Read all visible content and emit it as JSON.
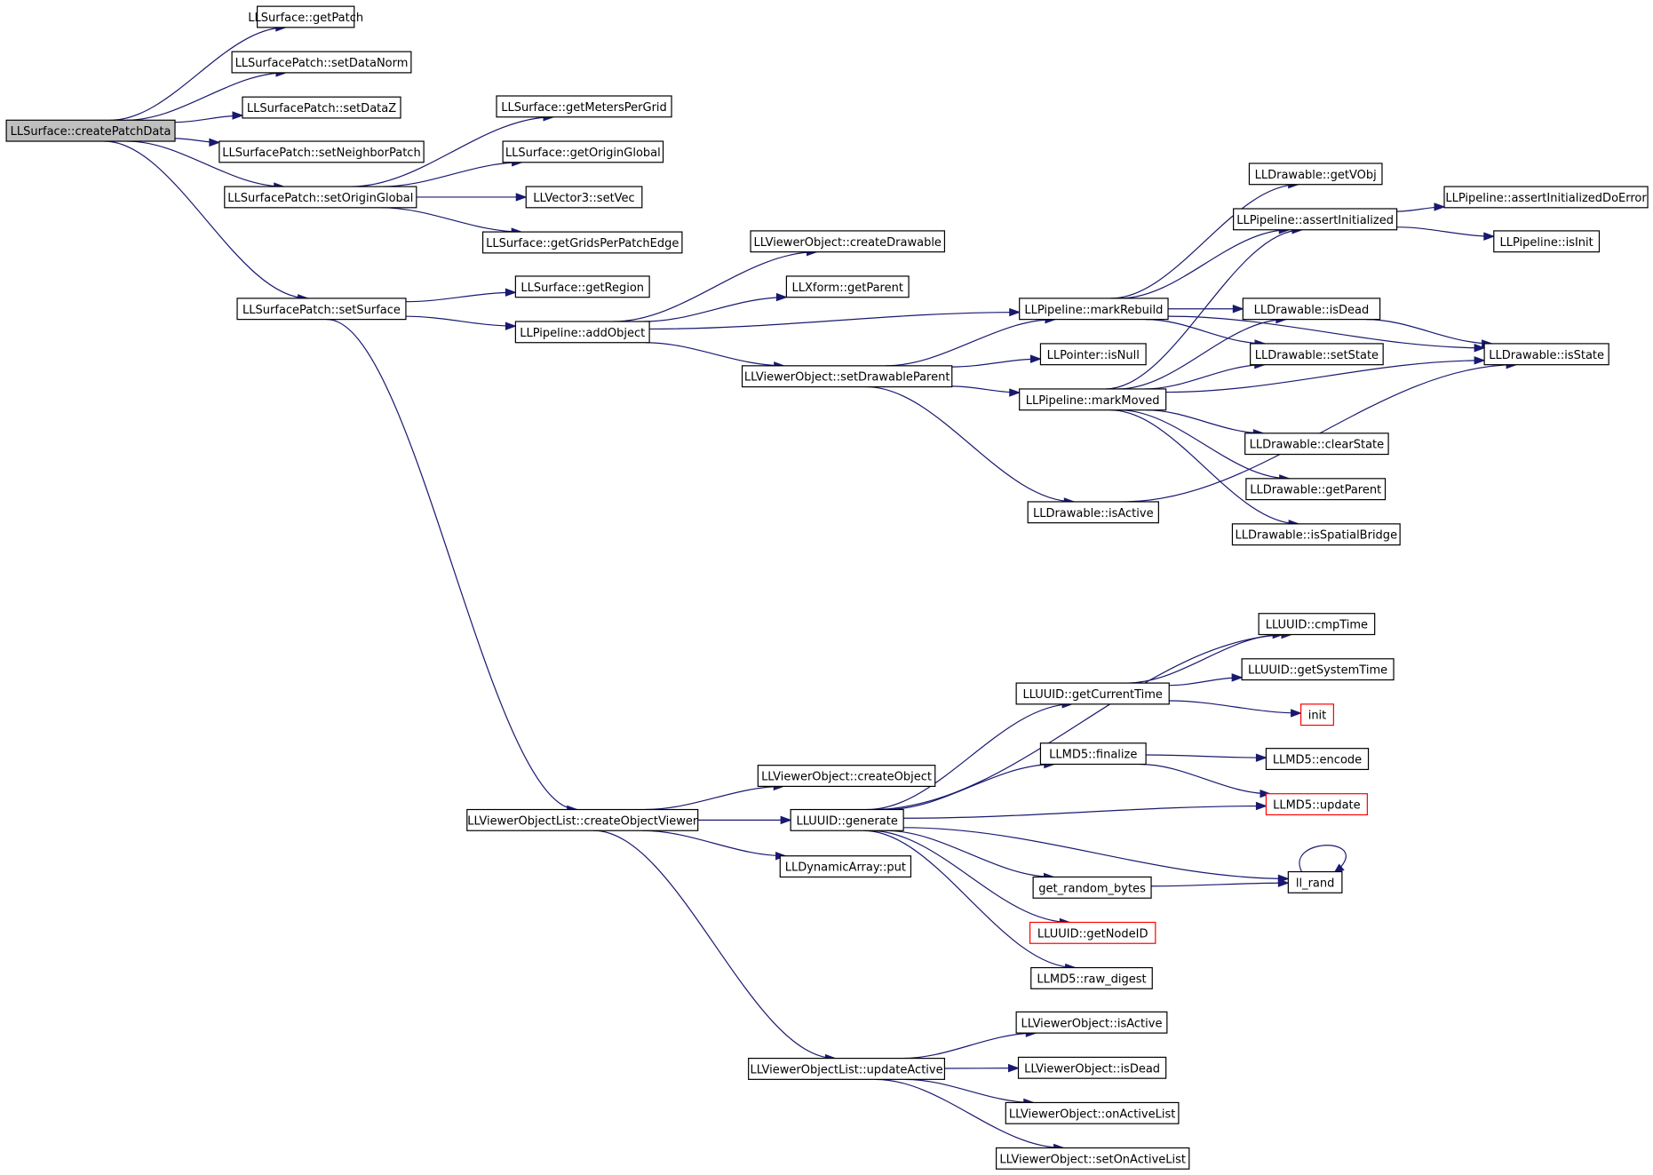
{
  "colors": {
    "edge": "#191970",
    "root_fill": "#bfbfbf",
    "missing_border": "#ff0000"
  },
  "nodes": [
    {
      "id": "createPatchData",
      "label": "LLSurface::createPatchData",
      "root": true
    },
    {
      "id": "getPatch",
      "label": "LLSurface::getPatch"
    },
    {
      "id": "setDataNorm",
      "label": "LLSurfacePatch::setDataNorm"
    },
    {
      "id": "setDataZ",
      "label": "LLSurfacePatch::setDataZ"
    },
    {
      "id": "setNeighborPatch",
      "label": "LLSurfacePatch::setNeighborPatch"
    },
    {
      "id": "setOriginGlobal",
      "label": "LLSurfacePatch::setOriginGlobal"
    },
    {
      "id": "getMetersPerGrid",
      "label": "LLSurface::getMetersPerGrid"
    },
    {
      "id": "getOriginGlobal",
      "label": "LLSurface::getOriginGlobal"
    },
    {
      "id": "setVec",
      "label": "LLVector3::setVec"
    },
    {
      "id": "getGridsPerPatchEdge",
      "label": "LLSurface::getGridsPerPatchEdge"
    },
    {
      "id": "setSurface",
      "label": "LLSurfacePatch::setSurface"
    },
    {
      "id": "getRegion",
      "label": "LLSurface::getRegion"
    },
    {
      "id": "addObject",
      "label": "LLPipeline::addObject"
    },
    {
      "id": "createDrawable",
      "label": "LLViewerObject::createDrawable"
    },
    {
      "id": "getParentXform",
      "label": "LLXform::getParent"
    },
    {
      "id": "setDrawableParent",
      "label": "LLViewerObject::setDrawableParent"
    },
    {
      "id": "markRebuild",
      "label": "LLPipeline::markRebuild"
    },
    {
      "id": "isNull",
      "label": "LLPointer::isNull"
    },
    {
      "id": "markMoved",
      "label": "LLPipeline::markMoved"
    },
    {
      "id": "isActiveDrawable",
      "label": "LLDrawable::isActive"
    },
    {
      "id": "getVObj",
      "label": "LLDrawable::getVObj"
    },
    {
      "id": "assertInitialized",
      "label": "LLPipeline::assertInitialized"
    },
    {
      "id": "assertInitializedDoError",
      "label": "LLPipeline::assertInitializedDoError"
    },
    {
      "id": "isInit",
      "label": "LLPipeline::isInit"
    },
    {
      "id": "isDeadDrawable",
      "label": "LLDrawable::isDead"
    },
    {
      "id": "setState",
      "label": "LLDrawable::setState"
    },
    {
      "id": "isState",
      "label": "LLDrawable::isState"
    },
    {
      "id": "clearState",
      "label": "LLDrawable::clearState"
    },
    {
      "id": "getParentDrawable",
      "label": "LLDrawable::getParent"
    },
    {
      "id": "isSpatialBridge",
      "label": "LLDrawable::isSpatialBridge"
    },
    {
      "id": "createObjectViewer",
      "label": "LLViewerObjectList::createObjectViewer"
    },
    {
      "id": "createObject",
      "label": "LLViewerObject::createObject"
    },
    {
      "id": "generate",
      "label": "LLUUID::generate"
    },
    {
      "id": "put",
      "label": "LLDynamicArray::put"
    },
    {
      "id": "getCurrentTime",
      "label": "LLUUID::getCurrentTime"
    },
    {
      "id": "cmpTime",
      "label": "LLUUID::cmpTime"
    },
    {
      "id": "getSystemTime",
      "label": "LLUUID::getSystemTime"
    },
    {
      "id": "init",
      "label": "init",
      "missing": true
    },
    {
      "id": "finalize",
      "label": "LLMD5::finalize"
    },
    {
      "id": "encode",
      "label": "LLMD5::encode"
    },
    {
      "id": "update",
      "label": "LLMD5::update",
      "missing": true
    },
    {
      "id": "get_random_bytes",
      "label": "get_random_bytes"
    },
    {
      "id": "ll_rand",
      "label": "ll_rand"
    },
    {
      "id": "getNodeID",
      "label": "LLUUID::getNodeID",
      "missing": true
    },
    {
      "id": "raw_digest",
      "label": "LLMD5::raw_digest"
    },
    {
      "id": "updateActive",
      "label": "LLViewerObjectList::updateActive"
    },
    {
      "id": "isActiveViewer",
      "label": "LLViewerObject::isActive"
    },
    {
      "id": "isDeadViewer",
      "label": "LLViewerObject::isDead"
    },
    {
      "id": "onActiveList",
      "label": "LLViewerObject::onActiveList"
    },
    {
      "id": "setOnActiveList",
      "label": "LLViewerObject::setOnActiveList"
    }
  ],
  "edges": [
    [
      "createPatchData",
      "getPatch"
    ],
    [
      "createPatchData",
      "setDataNorm"
    ],
    [
      "createPatchData",
      "setDataZ"
    ],
    [
      "createPatchData",
      "setNeighborPatch"
    ],
    [
      "createPatchData",
      "setOriginGlobal"
    ],
    [
      "createPatchData",
      "setSurface"
    ],
    [
      "setOriginGlobal",
      "getMetersPerGrid"
    ],
    [
      "setOriginGlobal",
      "getOriginGlobal"
    ],
    [
      "setOriginGlobal",
      "setVec"
    ],
    [
      "setOriginGlobal",
      "getGridsPerPatchEdge"
    ],
    [
      "setSurface",
      "getRegion"
    ],
    [
      "setSurface",
      "addObject"
    ],
    [
      "setSurface",
      "createObjectViewer"
    ],
    [
      "addObject",
      "createDrawable"
    ],
    [
      "addObject",
      "getParentXform"
    ],
    [
      "addObject",
      "markRebuild"
    ],
    [
      "addObject",
      "setDrawableParent"
    ],
    [
      "setDrawableParent",
      "markRebuild"
    ],
    [
      "setDrawableParent",
      "isNull"
    ],
    [
      "setDrawableParent",
      "markMoved"
    ],
    [
      "setDrawableParent",
      "isActiveDrawable"
    ],
    [
      "markRebuild",
      "getVObj"
    ],
    [
      "markRebuild",
      "assertInitialized"
    ],
    [
      "markRebuild",
      "isDeadDrawable"
    ],
    [
      "markRebuild",
      "setState"
    ],
    [
      "markRebuild",
      "isState"
    ],
    [
      "assertInitialized",
      "assertInitializedDoError"
    ],
    [
      "assertInitialized",
      "isInit"
    ],
    [
      "isDeadDrawable",
      "isState"
    ],
    [
      "markMoved",
      "assertInitialized"
    ],
    [
      "markMoved",
      "isDeadDrawable"
    ],
    [
      "markMoved",
      "setState"
    ],
    [
      "markMoved",
      "isState"
    ],
    [
      "markMoved",
      "clearState"
    ],
    [
      "markMoved",
      "getParentDrawable"
    ],
    [
      "markMoved",
      "isSpatialBridge"
    ],
    [
      "isActiveDrawable",
      "isState"
    ],
    [
      "createObjectViewer",
      "createObject"
    ],
    [
      "createObjectViewer",
      "generate"
    ],
    [
      "createObjectViewer",
      "put"
    ],
    [
      "createObjectViewer",
      "updateActive"
    ],
    [
      "generate",
      "cmpTime"
    ],
    [
      "generate",
      "getCurrentTime"
    ],
    [
      "generate",
      "finalize"
    ],
    [
      "generate",
      "update"
    ],
    [
      "generate",
      "ll_rand"
    ],
    [
      "generate",
      "get_random_bytes"
    ],
    [
      "generate",
      "getNodeID"
    ],
    [
      "generate",
      "raw_digest"
    ],
    [
      "getCurrentTime",
      "cmpTime"
    ],
    [
      "getCurrentTime",
      "getSystemTime"
    ],
    [
      "getCurrentTime",
      "init"
    ],
    [
      "finalize",
      "encode"
    ],
    [
      "finalize",
      "update"
    ],
    [
      "get_random_bytes",
      "ll_rand"
    ],
    [
      "ll_rand",
      "ll_rand"
    ],
    [
      "updateActive",
      "isActiveViewer"
    ],
    [
      "updateActive",
      "isDeadViewer"
    ],
    [
      "updateActive",
      "onActiveList"
    ],
    [
      "updateActive",
      "setOnActiveList"
    ]
  ]
}
